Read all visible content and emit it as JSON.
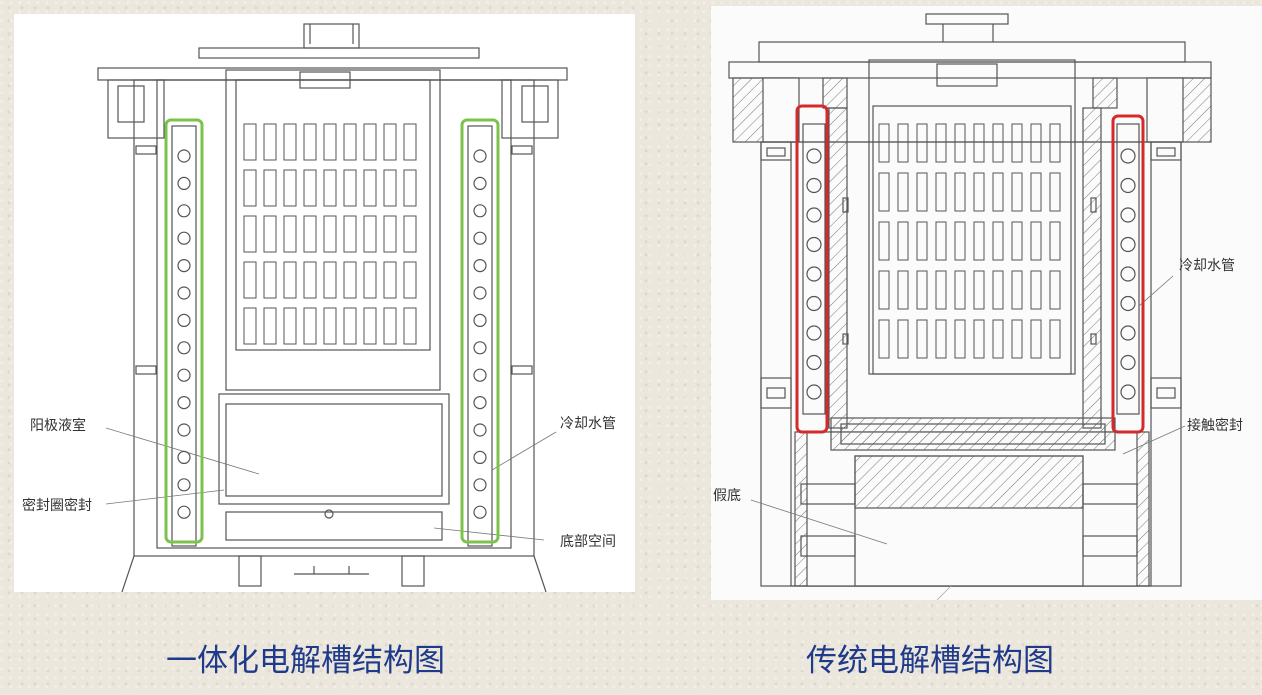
{
  "left": {
    "caption": "一体化电解槽结构图",
    "labels": {
      "anode_chamber": "阳极液室",
      "seal_ring": "密封圈密封",
      "cooling_pipe": "冷却水管",
      "bottom_space": "底部空间"
    },
    "highlight_color": "#7dc24a"
  },
  "right": {
    "caption": "传统电解槽结构图",
    "labels": {
      "cooling_pipe": "冷却水管",
      "contact_seal": "接触密封",
      "false_bottom": "假底"
    },
    "highlight_color": "#d42a2a"
  },
  "colors": {
    "caption": "#1f3a8a",
    "line": "#555555"
  }
}
